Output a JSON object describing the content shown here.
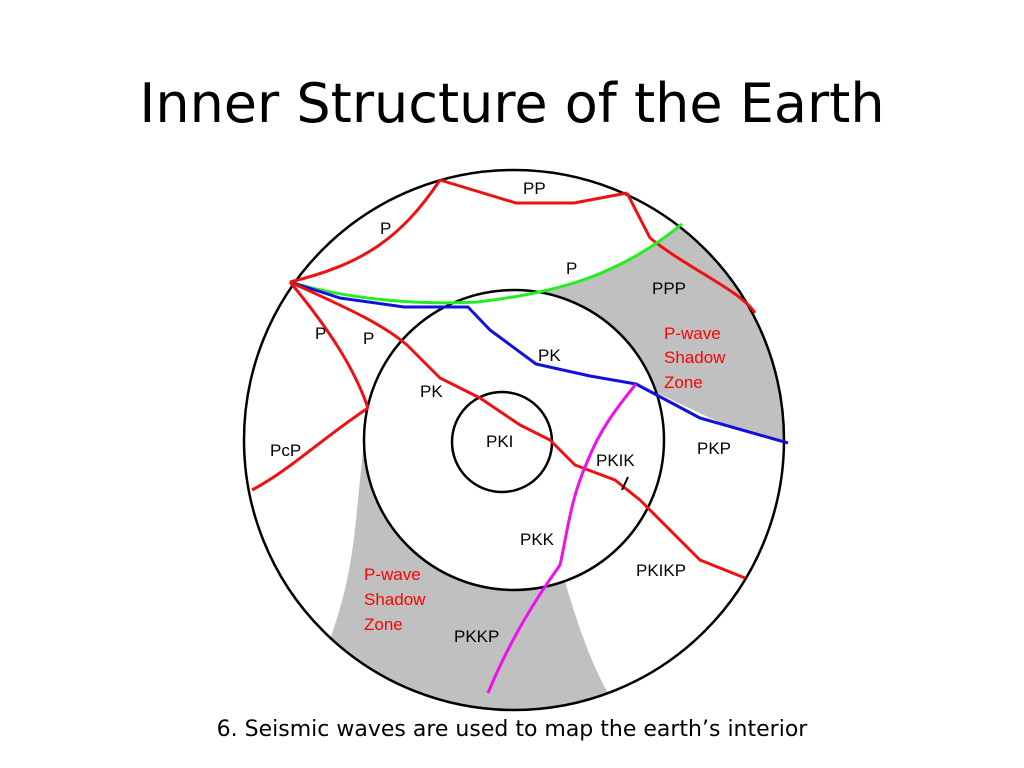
{
  "slide": {
    "title": "Inner Structure of the Earth",
    "caption": "6. Seismic waves are used to map the earth’s interior"
  },
  "diagram": {
    "labels": {
      "pp": "PP",
      "p_upper": "P",
      "p_green": "P",
      "ppp": "PPP",
      "p_left": "P",
      "p_left2": "P",
      "pk_upper": "PK",
      "pk_left": "PK",
      "pki": "PKI",
      "pcp": "PcP",
      "pkik": "PKIK",
      "pkp": "PKP",
      "pkk": "PKK",
      "pkikp": "PKIKP",
      "pkkp": "PKKP"
    },
    "shadow_zone_right": [
      "P-wave",
      "Shadow",
      "Zone"
    ],
    "shadow_zone_left": [
      "P-wave",
      "Shadow",
      "Zone"
    ],
    "colors": {
      "ray_red": "#ee1111",
      "ray_blue": "#1111dd",
      "ray_green": "#22ee22",
      "ray_magenta": "#ee11ee",
      "shadow_fill": "#c0c0c0",
      "shadow_text": "#ff0000"
    }
  }
}
